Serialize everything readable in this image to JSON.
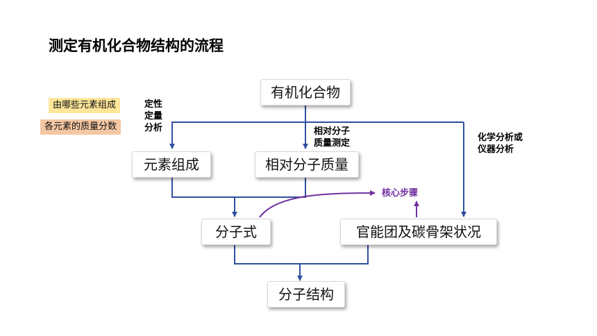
{
  "title": "测定有机化合物结构的流程",
  "nodes": {
    "organic_compound": "有机化合物",
    "element_composition": "元素组成",
    "relative_molecular_mass": "相对分子质量",
    "molecular_formula": "分子式",
    "functional_groups_carbon_skeleton": "官能团及碳骨架状况",
    "molecular_structure": "分子结构"
  },
  "tags": {
    "which_elements": "由哪些元素组成",
    "mass_fraction": "各元素的质量分数"
  },
  "labels": {
    "qualitative_line1": "定性",
    "quantitative_line1": "定量",
    "analysis_line1": "分析",
    "measure_line1": "相对分子",
    "measure_line2": "质量测定",
    "instrument_line1": "化学分析或",
    "instrument_line2": "仪器分析",
    "key_steps": "核心步骤"
  },
  "colors": {
    "arrow_blue": "#2f4f9f",
    "arrow_purple": "#7030a0",
    "tag_yellow": "#ffe699",
    "tag_peach": "#f4c7a3"
  }
}
